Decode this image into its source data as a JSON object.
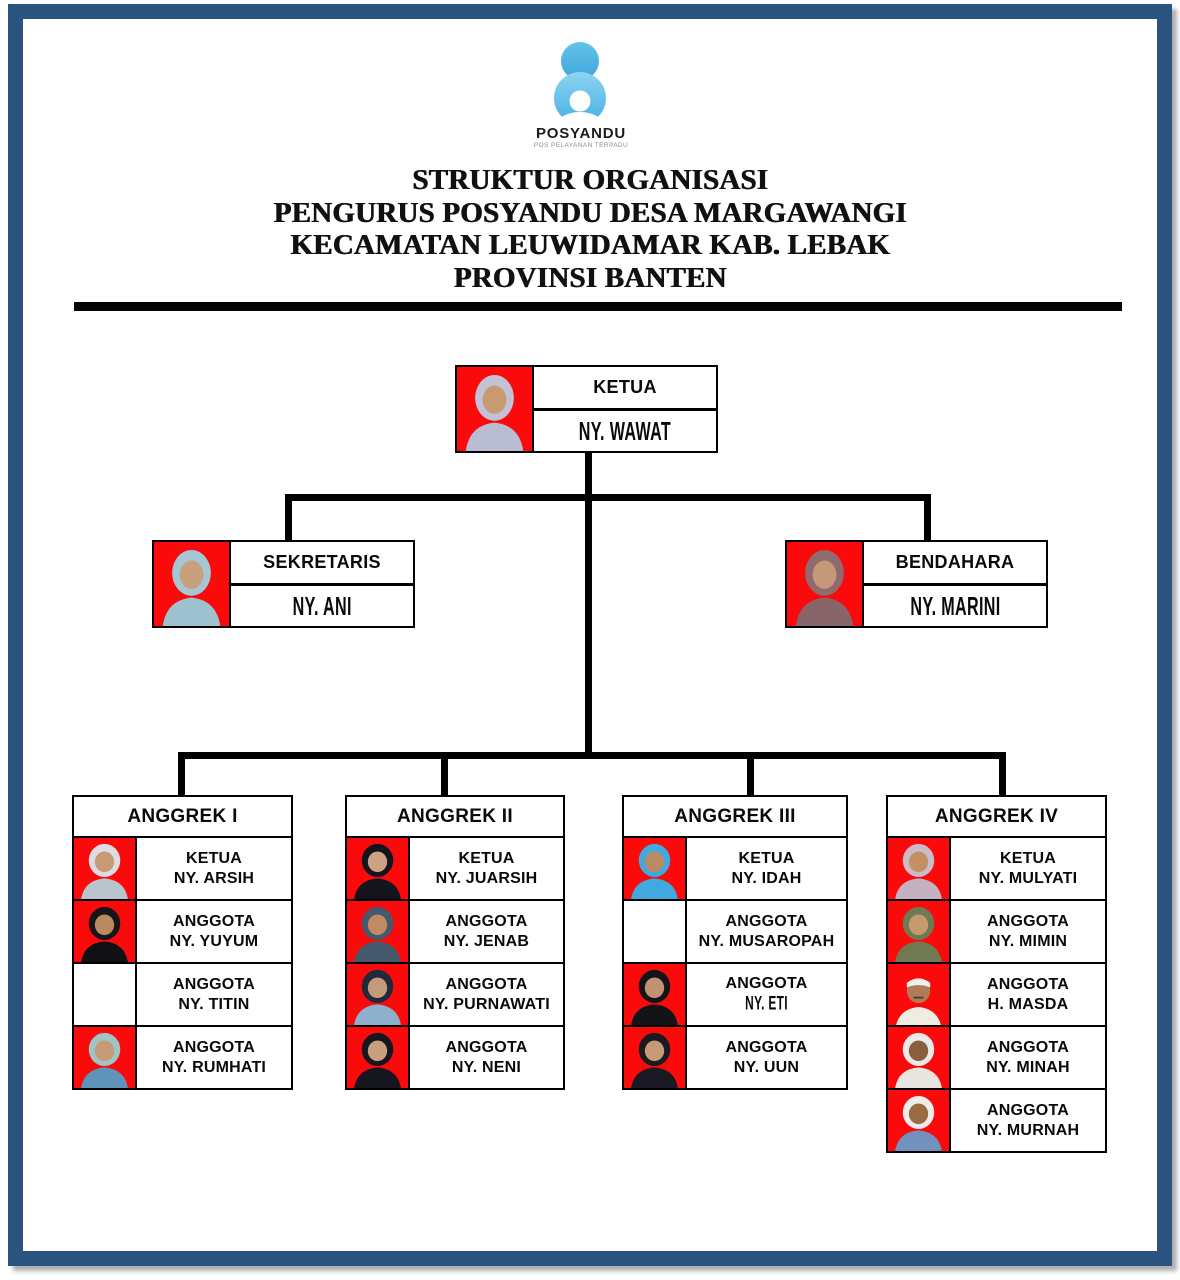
{
  "logo": {
    "title": "POSYANDU",
    "subtitle": "POS PELAYANAN TERPADU",
    "color": "#45b0e2"
  },
  "title": {
    "lines": [
      "STRUKTUR ORGANISASI",
      "PENGURUS POSYANDU DESA MARGAWANGI",
      "KECAMATAN LEUWIDAMAR KAB. LEBAK",
      "PROVINSI BANTEN"
    ]
  },
  "officers": {
    "ketua": {
      "role": "KETUA",
      "name": "NY. WAWAT",
      "photo": {
        "style": "hijab",
        "bg": "#fa0a0a",
        "hijab": "#c2c1d6",
        "top": "#b9bcd2",
        "skin": "#c79a72"
      }
    },
    "sekretaris": {
      "role": "SEKRETARIS",
      "name": "NY. ANI",
      "photo": {
        "style": "hijab",
        "bg": "#fa0a0a",
        "hijab": "#a5c6d4",
        "top": "#9fc2d0",
        "skin": "#c9a07e"
      }
    },
    "bendahara": {
      "role": "BENDAHARA",
      "name": "NY. MARINI",
      "photo": {
        "style": "hijab",
        "bg": "#fa0a0a",
        "hijab": "#8f6b6e",
        "top": "#876568",
        "skin": "#c49878"
      }
    }
  },
  "groups": [
    {
      "title": "ANGGREK I",
      "members": [
        {
          "role": "KETUA",
          "name": "NY. ARSIH",
          "photo": {
            "style": "hijab",
            "bg": "#fa0a0a",
            "hijab": "#dcdce2",
            "top": "#b9c4cf",
            "skin": "#c79a76"
          }
        },
        {
          "role": "ANGGOTA",
          "name": "NY. YUYUM",
          "photo": {
            "style": "hijab",
            "bg": "#fa0a0a",
            "hijab": "#16161a",
            "top": "#111114",
            "skin": "#b9895f"
          }
        },
        {
          "role": "ANGGOTA",
          "name": "NY. TITIN",
          "photo": {
            "style": "none"
          }
        },
        {
          "role": "ANGGOTA",
          "name": "NY. RUMHATI",
          "photo": {
            "style": "hijab",
            "bg": "#fa0a0a",
            "hijab": "#9fc4c4",
            "top": "#5f93b8",
            "skin": "#c79a76"
          }
        }
      ]
    },
    {
      "title": "ANGGREK II",
      "members": [
        {
          "role": "KETUA",
          "name": "NY. JUARSIH",
          "photo": {
            "style": "hijab",
            "bg": "#fa0a0a",
            "hijab": "#14141c",
            "top": "#14141c",
            "skin": "#cfa183"
          }
        },
        {
          "role": "ANGGOTA",
          "name": "NY. JENAB",
          "photo": {
            "style": "hijab",
            "bg": "#fa0a0a",
            "hijab": "#44596b",
            "top": "#44596b",
            "skin": "#c08a62"
          }
        },
        {
          "role": "ANGGOTA",
          "name": "NY. PURNAWATI",
          "photo": {
            "style": "hijab",
            "bg": "#fa0a0a",
            "hijab": "#1f2a3a",
            "top": "#8fb0cc",
            "skin": "#c49a7a"
          }
        },
        {
          "role": "ANGGOTA",
          "name": "NY. NENI",
          "photo": {
            "style": "hijab",
            "bg": "#fa0a0a",
            "hijab": "#16161e",
            "top": "#16161e",
            "skin": "#caa07c"
          }
        }
      ]
    },
    {
      "title": "ANGGREK III",
      "members": [
        {
          "role": "KETUA",
          "name": "NY. IDAH",
          "photo": {
            "style": "hijab",
            "bg": "#fa0a0a",
            "hijab": "#3fa9e0",
            "top": "#3fa9e0",
            "skin": "#b98a66"
          }
        },
        {
          "role": "ANGGOTA",
          "name": "NY. MUSAROPAH",
          "photo": {
            "style": "none"
          }
        },
        {
          "role": "ANGGOTA",
          "name": "NY. ETI",
          "condensed": true,
          "photo": {
            "style": "hijab",
            "bg": "#fa0a0a",
            "hijab": "#141418",
            "top": "#141418",
            "skin": "#c29272"
          }
        },
        {
          "role": "ANGGOTA",
          "name": "NY. UUN",
          "photo": {
            "style": "hijab",
            "bg": "#fa0a0a",
            "hijab": "#1a1a24",
            "top": "#1a1a24",
            "skin": "#c89a74"
          }
        }
      ]
    },
    {
      "title": "ANGGREK IV",
      "members": [
        {
          "role": "KETUA",
          "name": "NY. MULYATI",
          "photo": {
            "style": "hijab",
            "bg": "#fa0a0a",
            "hijab": "#cbbac8",
            "top": "#c4b2c2",
            "skin": "#c39064"
          }
        },
        {
          "role": "ANGGOTA",
          "name": "NY. MIMIN",
          "photo": {
            "style": "hijab",
            "bg": "#fa0a0a",
            "hijab": "#6f7a52",
            "top": "#6f7a52",
            "skin": "#c79a6e"
          }
        },
        {
          "role": "ANGGOTA",
          "name": "H. MASDA",
          "photo": {
            "style": "cap",
            "bg": "#fa0a0a",
            "cap": "#f2f0ea",
            "top": "#efece2",
            "skin": "#b07c55"
          }
        },
        {
          "role": "ANGGOTA",
          "name": "NY. MINAH",
          "photo": {
            "style": "hijab",
            "bg": "#fa0a0a",
            "hijab": "#ece9e6",
            "top": "#e8e4e0",
            "skin": "#8a5f3f"
          }
        },
        {
          "role": "ANGGOTA",
          "name": "NY. MURNAH",
          "photo": {
            "style": "hijab",
            "bg": "#fa0a0a",
            "hijab": "#efece9",
            "top": "#7292bd",
            "skin": "#9a6a42"
          }
        }
      ]
    }
  ],
  "colors": {
    "frame": "#2b5380",
    "photo_background": "#fa0a0a",
    "connector": "#000000"
  }
}
